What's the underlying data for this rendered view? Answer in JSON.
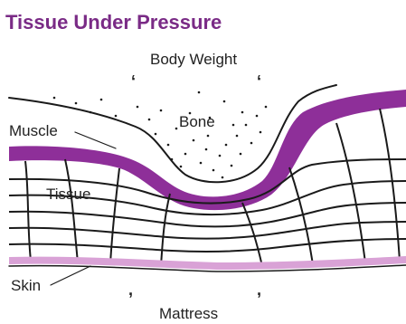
{
  "title": "Tissue  Under  Pressure",
  "labels": {
    "body_weight": "Body  Weight",
    "bone": "Bone",
    "muscle": "Muscle",
    "tissue": "Tissue",
    "skin": "Skin",
    "mattress": "Mattress"
  },
  "colors": {
    "title": "#7a2b86",
    "muscle_band": "#8e2f99",
    "skin_band": "#d9a2d6",
    "lines": "#1a1a1a",
    "text": "#222222"
  }
}
